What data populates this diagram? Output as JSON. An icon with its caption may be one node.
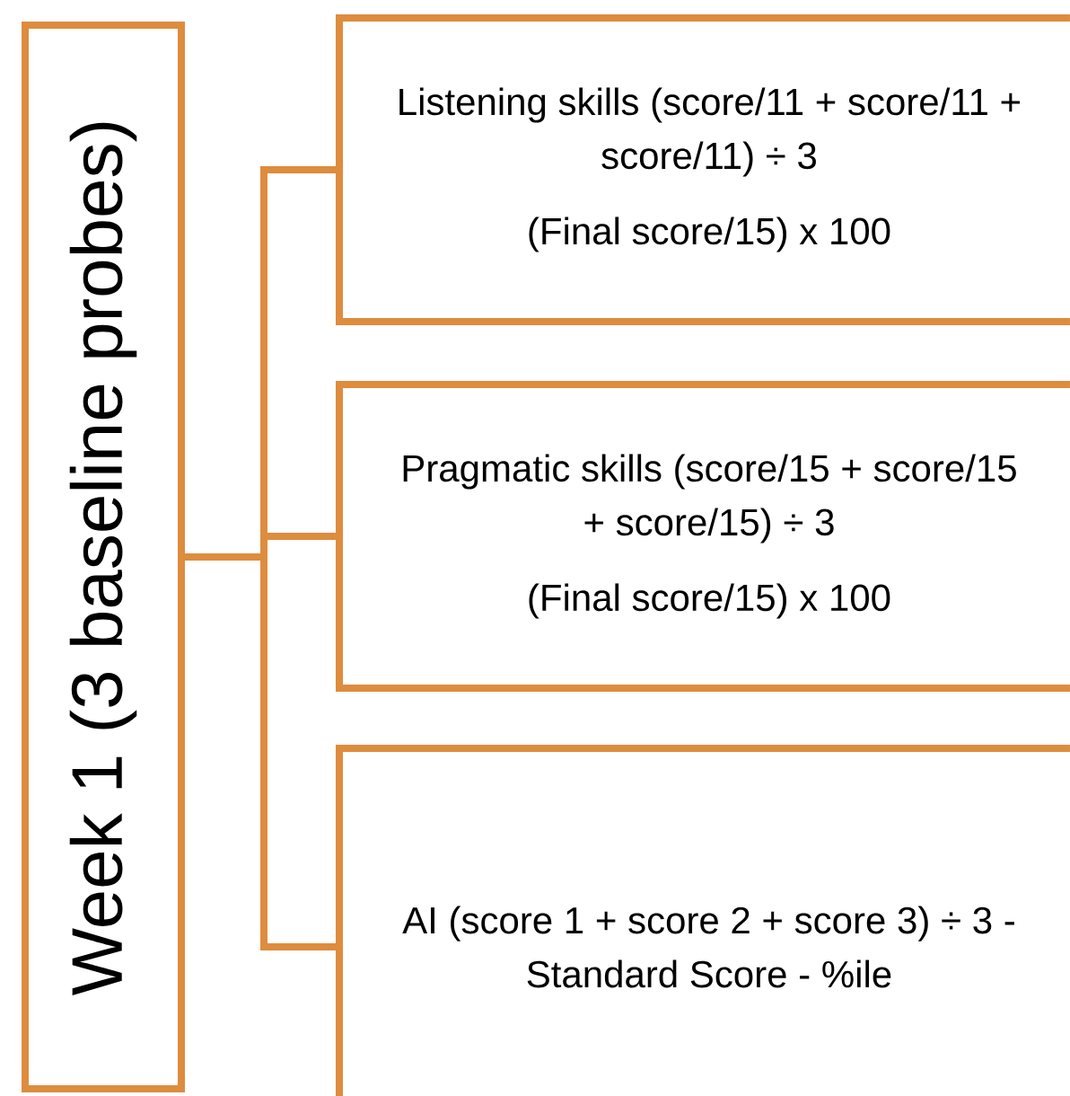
{
  "diagram": {
    "nodes": [
      {
        "text": [
          "Week 1 (3 baseline probes)"
        ]
      },
      {
        "text": [
          "Listening skills (score/11 + score/11 + score/11) ÷ 3",
          "(Final score/15) x 100"
        ]
      },
      {
        "text": [
          "Pragmatic skills (score/15 + score/15 + score/15) ÷ 3",
          "(Final score/15) x 100"
        ]
      },
      {
        "text": [
          "AI (score 1 + score 2 + score 3) ÷ 3 - Standard Score - %ile"
        ]
      }
    ],
    "edges": [
      {
        "from": 0,
        "to": 1,
        "arrow": "none"
      },
      {
        "from": 0,
        "to": 2,
        "arrow": "none"
      },
      {
        "from": 0,
        "to": 3,
        "arrow": "none"
      }
    ]
  }
}
